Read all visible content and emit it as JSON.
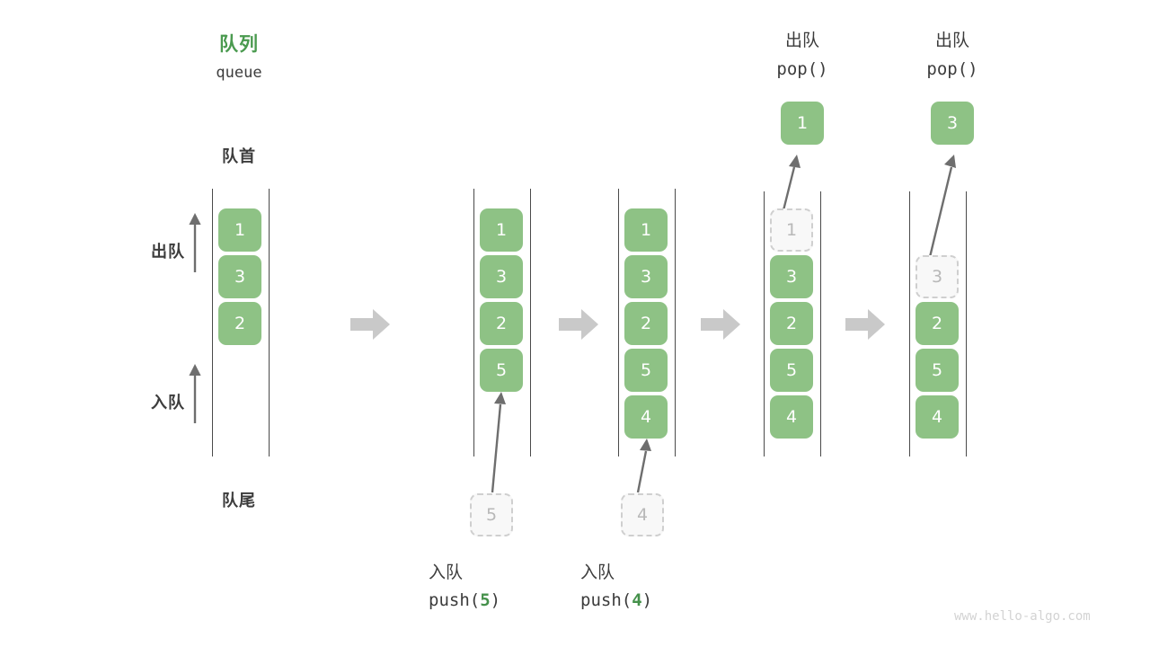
{
  "diagram": {
    "title_cn": "队列",
    "title_en": "queue",
    "head_label": "队首",
    "tail_label": "队尾",
    "dequeue_dir_label": "出队",
    "enqueue_dir_label": "入队",
    "accent_green": "#4a9a4f",
    "cell_green": "#8ec285",
    "ghost_fill": "#f8f8f8",
    "ghost_border": "#cfcfcf",
    "rail_color": "#4a4a4a",
    "step_arrow_color": "#c9c9c9",
    "watermark": "www.hello-algo.com"
  },
  "steps": [
    {
      "id": "initial",
      "cells": [
        "1",
        "3",
        "2"
      ],
      "ghost_index": null,
      "op_cn": "",
      "op_code_prefix": "",
      "op_code_arg": "",
      "op_code_suffix": "",
      "incoming_value": "",
      "popped_value": ""
    },
    {
      "id": "push-5",
      "cells": [
        "1",
        "3",
        "2",
        "5"
      ],
      "ghost_index": null,
      "op_cn": "入队",
      "op_code_prefix": "push(",
      "op_code_arg": "5",
      "op_code_suffix": ")",
      "incoming_value": "5",
      "popped_value": ""
    },
    {
      "id": "push-4",
      "cells": [
        "1",
        "3",
        "2",
        "5",
        "4"
      ],
      "ghost_index": null,
      "op_cn": "入队",
      "op_code_prefix": "push(",
      "op_code_arg": "4",
      "op_code_suffix": ")",
      "incoming_value": "4",
      "popped_value": ""
    },
    {
      "id": "pop-1",
      "cells": [
        "1",
        "3",
        "2",
        "5",
        "4"
      ],
      "ghost_index": 0,
      "op_cn": "出队",
      "op_code_prefix": "pop(",
      "op_code_arg": "",
      "op_code_suffix": ")",
      "incoming_value": "",
      "popped_value": "1"
    },
    {
      "id": "pop-3",
      "cells": [
        "3",
        "2",
        "5",
        "4"
      ],
      "ghost_index": 0,
      "op_cn": "出队",
      "op_code_prefix": "pop(",
      "op_code_arg": "",
      "op_code_suffix": ")",
      "incoming_value": "",
      "popped_value": "3"
    }
  ],
  "step_arrows": [
    "step-arrow-1",
    "step-arrow-2",
    "step-arrow-3",
    "step-arrow-4"
  ]
}
